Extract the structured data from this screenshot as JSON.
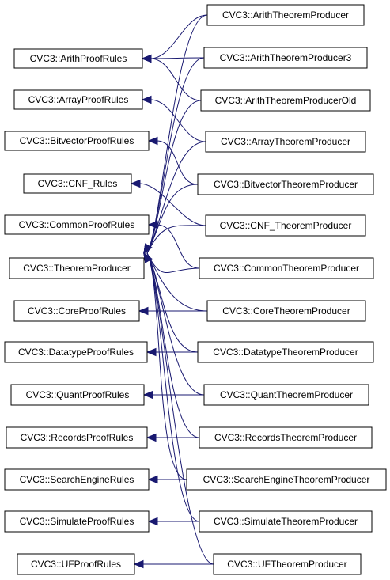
{
  "colors": {
    "edge": "#191970",
    "node_border": "#000000",
    "node_fill": "#ffffff",
    "text": "#000000"
  },
  "nodes": {
    "arith": "CVC3::ArithProofRules",
    "array": "CVC3::ArrayProofRules",
    "bitvector": "CVC3::BitvectorProofRules",
    "cnf": "CVC3::CNF_Rules",
    "common": "CVC3::CommonProofRules",
    "theorem": "CVC3::TheoremProducer",
    "core": "CVC3::CoreProofRules",
    "datatype": "CVC3::DatatypeProofRules",
    "quant": "CVC3::QuantProofRules",
    "records": "CVC3::RecordsProofRules",
    "search": "CVC3::SearchEngineRules",
    "simulate": "CVC3::SimulateProofRules",
    "uf": "CVC3::UFProofRules",
    "arith_tp": "CVC3::ArithTheoremProducer",
    "arith_tp3": "CVC3::ArithTheoremProducer3",
    "arith_tp_old": "CVC3::ArithTheoremProducerOld",
    "array_tp": "CVC3::ArrayTheoremProducer",
    "bitvector_tp": "CVC3::BitvectorTheoremProducer",
    "cnf_tp": "CVC3::CNF_TheoremProducer",
    "common_tp": "CVC3::CommonTheoremProducer",
    "core_tp": "CVC3::CoreTheoremProducer",
    "datatype_tp": "CVC3::DatatypeTheoremProducer",
    "quant_tp": "CVC3::QuantTheoremProducer",
    "records_tp": "CVC3::RecordsTheoremProducer",
    "search_tp": "CVC3::SearchEngineTheoremProducer",
    "simulate_tp": "CVC3::SimulateTheoremProducer",
    "uf_tp": "CVC3::UFTheoremProducer"
  },
  "edges": [
    [
      "arith_tp",
      "arith"
    ],
    [
      "arith_tp3",
      "arith"
    ],
    [
      "arith_tp_old",
      "arith"
    ],
    [
      "array_tp",
      "array"
    ],
    [
      "bitvector_tp",
      "bitvector"
    ],
    [
      "cnf_tp",
      "cnf"
    ],
    [
      "common_tp",
      "common"
    ],
    [
      "core_tp",
      "core"
    ],
    [
      "datatype_tp",
      "datatype"
    ],
    [
      "quant_tp",
      "quant"
    ],
    [
      "records_tp",
      "records"
    ],
    [
      "search_tp",
      "search"
    ],
    [
      "simulate_tp",
      "simulate"
    ],
    [
      "uf_tp",
      "uf"
    ],
    [
      "arith_tp",
      "theorem"
    ],
    [
      "arith_tp3",
      "theorem"
    ],
    [
      "arith_tp_old",
      "theorem"
    ],
    [
      "array_tp",
      "theorem"
    ],
    [
      "bitvector_tp",
      "theorem"
    ],
    [
      "cnf_tp",
      "theorem"
    ],
    [
      "common_tp",
      "theorem"
    ],
    [
      "core_tp",
      "theorem"
    ],
    [
      "datatype_tp",
      "theorem"
    ],
    [
      "quant_tp",
      "theorem"
    ],
    [
      "records_tp",
      "theorem"
    ],
    [
      "search_tp",
      "theorem"
    ],
    [
      "simulate_tp",
      "theorem"
    ],
    [
      "uf_tp",
      "theorem"
    ]
  ]
}
